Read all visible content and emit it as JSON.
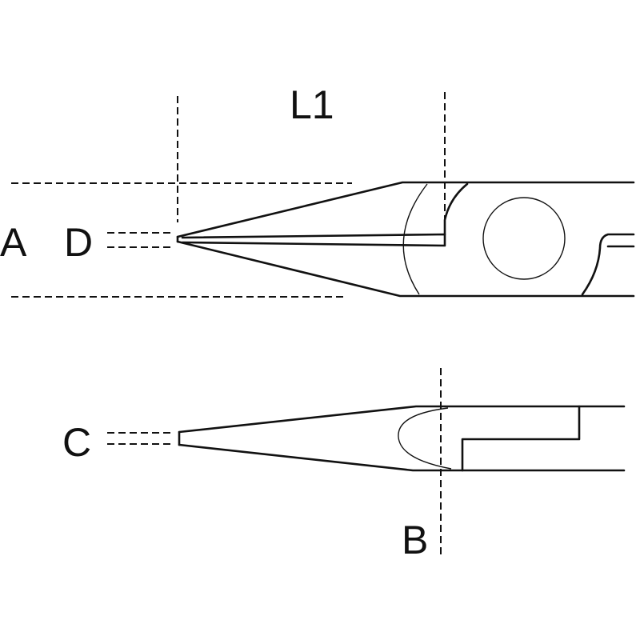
{
  "labels": {
    "L1": "L1",
    "A": "A",
    "D": "D",
    "C": "C",
    "B": "B"
  },
  "colors": {
    "line": "#111111",
    "background": "#ffffff"
  }
}
